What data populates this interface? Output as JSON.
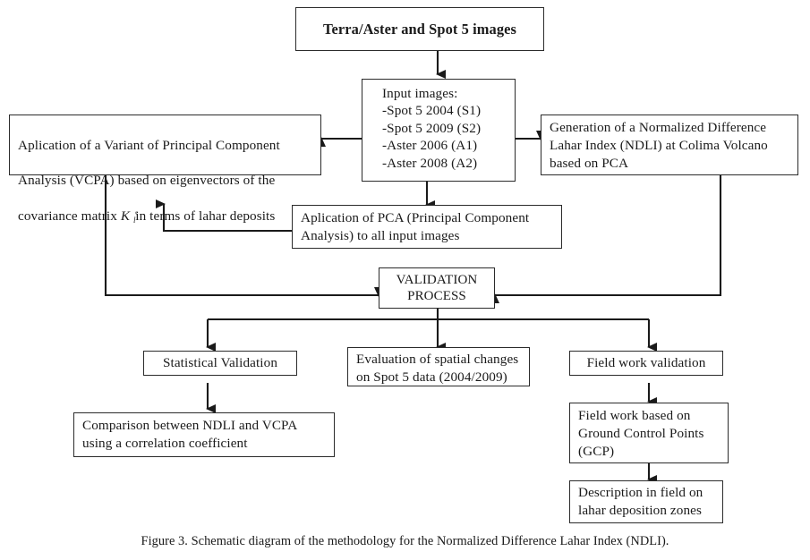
{
  "figure": {
    "caption": "Figure 3. Schematic diagram of the methodology for the Normalized Difference Lahar Index (NDLI).",
    "stroke_color": "#2b2b2b",
    "text_color": "#1a1a1a",
    "background": "#ffffff"
  },
  "nodes": {
    "source_images": {
      "label": "Terra/Aster and Spot 5 images"
    },
    "input_images": {
      "label": "Input images:\n-Spot 5  2004 (S1)\n-Spot 5  2009 (S2)\n-Aster   2006 (A1)\n-Aster   2008 (A2)"
    },
    "vcpa": {
      "line1": "Aplication of a Variant of Principal Component",
      "line2": "Analysis  (VCPA) based on eigenvectors of the",
      "line3_pre": "covariance matrix ",
      "k_symbol": "K",
      "k_subscript": "l",
      "k_superscript": "º",
      "line3_post": "in terms of lahar deposits"
    },
    "ndli": {
      "label": "Generation of a Normalized Difference\nLahar Index (NDLI) at Colima Volcano\nbased on PCA"
    },
    "pca": {
      "label": "Aplication of PCA (Principal Component\nAnalysis) to all input images"
    },
    "validation": {
      "label": "VALIDATION\nPROCESS"
    },
    "statistical_validation": {
      "label": "Statistical Validation"
    },
    "spatial_changes": {
      "label": "Evaluation of spatial changes\non Spot 5 data (2004/2009)"
    },
    "field_work_validation": {
      "label": "Field work validation"
    },
    "comparison": {
      "label": "Comparison  between NDLI and VCPA\nusing a correlation coefficient"
    },
    "field_work_gcp": {
      "label": "Field work based on\nGround Control Points\n(GCP)"
    },
    "description_field": {
      "label": "Description in field on\nlahar deposition zones"
    }
  }
}
